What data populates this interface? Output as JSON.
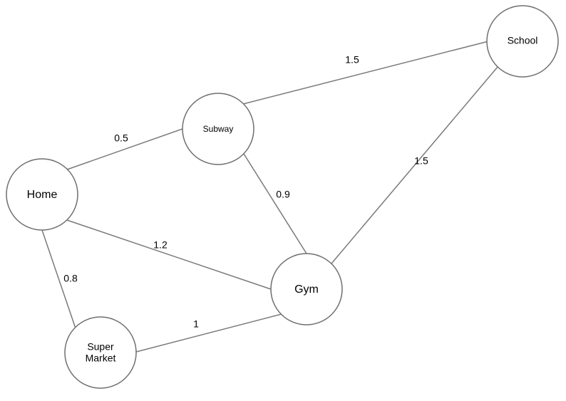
{
  "colors": {
    "edge": "#7a7a7a",
    "node_border": "#6f6f6f",
    "node_fill": "#ffffff",
    "text": "#000000",
    "background": "#ffffff"
  },
  "nodes": {
    "home": {
      "label": "Home"
    },
    "subway": {
      "label": "Subway"
    },
    "school": {
      "label": "School"
    },
    "gym": {
      "label": "Gym"
    },
    "super_market": {
      "label_line1": "Super",
      "label_line2": "Market"
    }
  },
  "edges": {
    "home_subway": {
      "from": "Home",
      "to": "Subway",
      "weight": "0.5"
    },
    "subway_school": {
      "from": "Subway",
      "to": "School",
      "weight": "1.5"
    },
    "subway_gym": {
      "from": "Subway",
      "to": "Gym",
      "weight": "0.9"
    },
    "school_gym": {
      "from": "School",
      "to": "Gym",
      "weight": "1.5"
    },
    "home_gym": {
      "from": "Home",
      "to": "Gym",
      "weight": "1.2"
    },
    "home_super_market": {
      "from": "Home",
      "to": "Super Market",
      "weight": "0.8"
    },
    "super_market_gym": {
      "from": "Super Market",
      "to": "Gym",
      "weight": "1"
    }
  }
}
